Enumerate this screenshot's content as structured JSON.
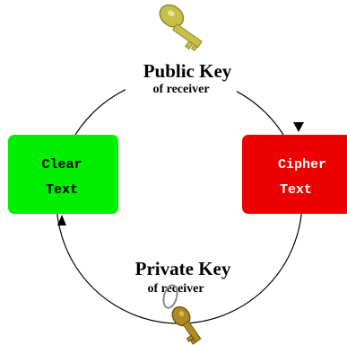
{
  "diagram": {
    "public_key": {
      "title": "Public Key",
      "subtitle": "of receiver"
    },
    "private_key": {
      "title": "Private Key",
      "subtitle": "of receiver"
    },
    "clear_box": {
      "line1": "Clear",
      "line2": "Text"
    },
    "cipher_box": {
      "line1": "Cipher",
      "line2": "Text"
    },
    "colors": {
      "clear_fill": "#00ee00",
      "cipher_fill": "#ee0000",
      "clear_text": "#000000",
      "cipher_text": "#ffffff",
      "ring": "#000000",
      "public_key_color": "#c7bf4a",
      "private_key_color": "#b08a22"
    },
    "icons": {
      "public": "brass-key-icon",
      "private": "brass-key-on-ring-icon"
    }
  }
}
